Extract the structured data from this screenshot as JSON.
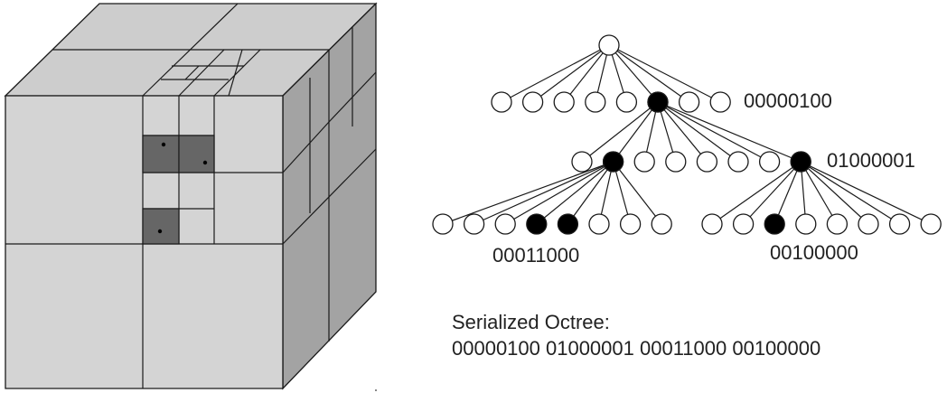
{
  "diagram": {
    "colors": {
      "front_face": "#d4d4d4",
      "top_face": "#cdcdcd",
      "right_face": "#a3a3a3",
      "occupied_cell": "#666666",
      "edge": "#1a1a1a",
      "node_full": "#000000",
      "node_empty": "#ffffff"
    },
    "tree": {
      "root": {
        "label": ""
      },
      "level1": {
        "bits": "00000100",
        "label": "00000100"
      },
      "level2": {
        "bits": "01000001",
        "label": "01000001"
      },
      "level3": [
        {
          "bits": "00011000",
          "label": "00011000"
        },
        {
          "bits": "00100000",
          "label": "00100000"
        }
      ]
    },
    "serialized": {
      "title": "Serialized Octree:",
      "value": "00000100 01000001 00011000 00100000"
    }
  }
}
